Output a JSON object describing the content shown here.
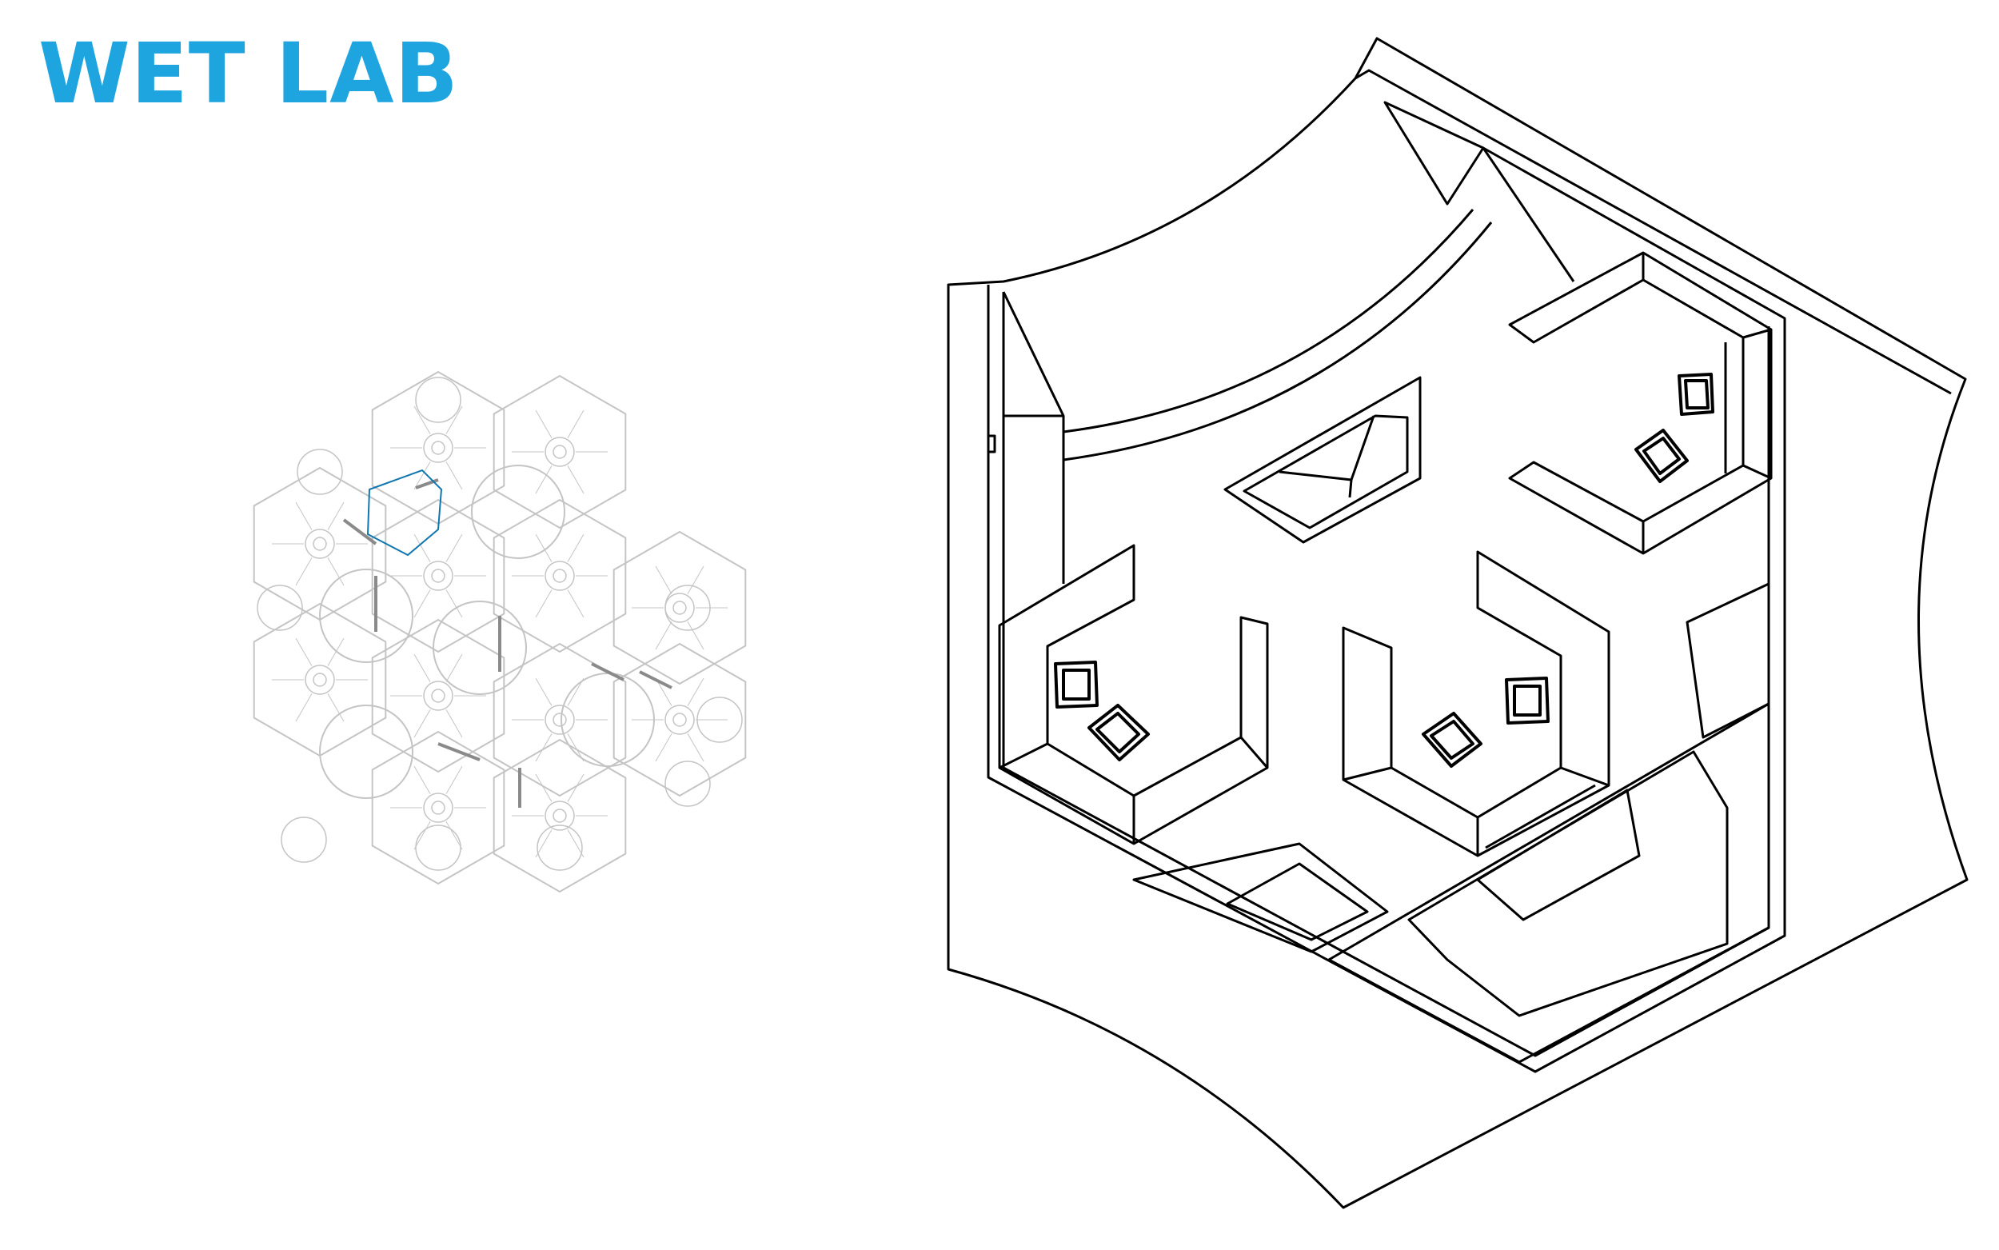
{
  "title": "WET LAB",
  "colors": {
    "accent": "#1ea5e0",
    "accent_stroke": "#1176b0",
    "keyplan_stroke": "#c4c4c4",
    "keyplan_dark": "#8a8a8a",
    "line": "#000000"
  },
  "key_plan": {
    "highlighted_module": "wet-lab",
    "module_count": 12
  },
  "floor_plan": {
    "workstation_count": 3,
    "chair_count": 6
  }
}
